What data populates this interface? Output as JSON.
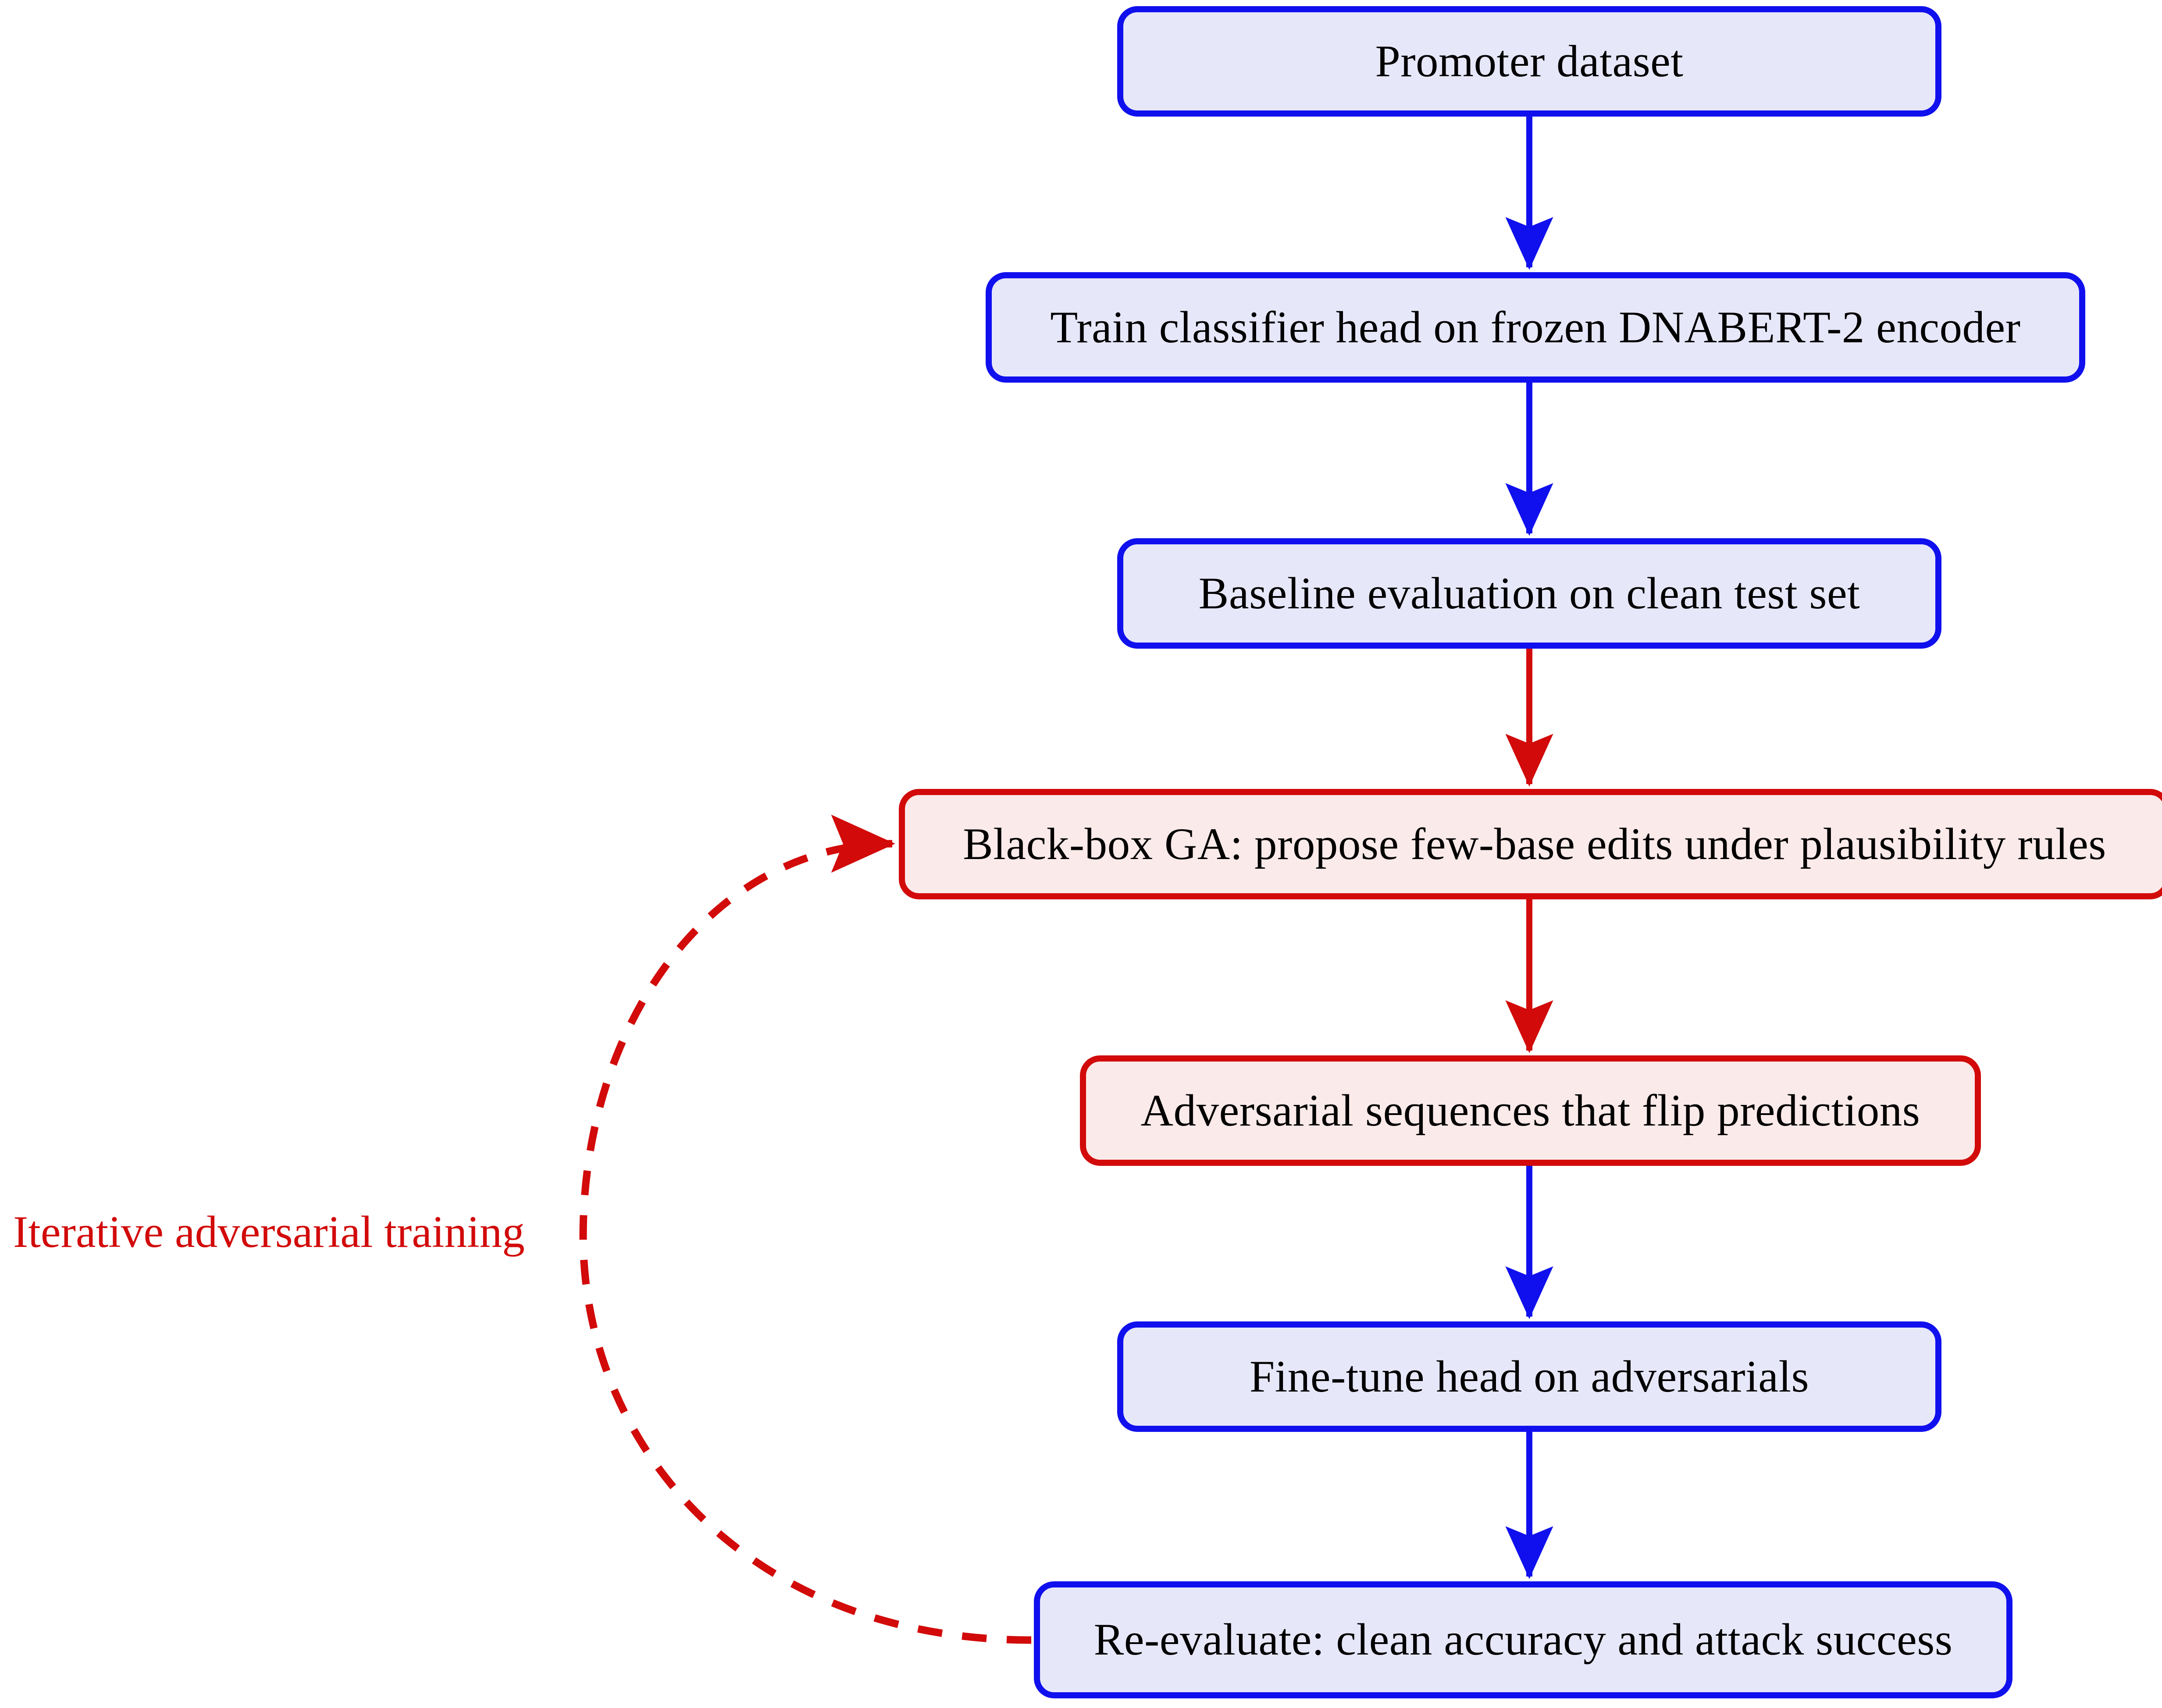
{
  "diagram": {
    "type": "flowchart",
    "orientation": "top-to-bottom",
    "title_visible": false,
    "colors": {
      "blue_border": "#1010ee",
      "blue_fill": "#e7e7fa",
      "red_border": "#d20a0a",
      "red_fill": "#faeae9",
      "text": "#000000",
      "background": "#ffffff"
    },
    "nodes": [
      {
        "id": "promoter-dataset",
        "label": "Promoter dataset",
        "style": "blue"
      },
      {
        "id": "train-classifier",
        "label": "Train classifier head on frozen DNABERT-2 encoder",
        "style": "blue"
      },
      {
        "id": "baseline-eval",
        "label": "Baseline evaluation on clean test set",
        "style": "blue"
      },
      {
        "id": "blackbox-ga",
        "label": "Black-box GA: propose few-base edits under plausibility rules",
        "style": "red"
      },
      {
        "id": "adversarial-seqs",
        "label": "Adversarial sequences that flip predictions",
        "style": "red"
      },
      {
        "id": "finetune-head",
        "label": "Fine-tune head on adversarials",
        "style": "blue"
      },
      {
        "id": "reevaluate",
        "label": "Re-evaluate: clean accuracy and attack success",
        "style": "blue"
      }
    ],
    "edges": [
      {
        "from": "promoter-dataset",
        "to": "train-classifier",
        "color": "#1010ee",
        "style": "solid",
        "arrow": true
      },
      {
        "from": "train-classifier",
        "to": "baseline-eval",
        "color": "#1010ee",
        "style": "solid",
        "arrow": true
      },
      {
        "from": "baseline-eval",
        "to": "blackbox-ga",
        "color": "#d20a0a",
        "style": "solid",
        "arrow": true
      },
      {
        "from": "blackbox-ga",
        "to": "adversarial-seqs",
        "color": "#d20a0a",
        "style": "solid",
        "arrow": true
      },
      {
        "from": "adversarial-seqs",
        "to": "finetune-head",
        "color": "#1010ee",
        "style": "solid",
        "arrow": true
      },
      {
        "from": "finetune-head",
        "to": "reevaluate",
        "color": "#1010ee",
        "style": "solid",
        "arrow": true
      },
      {
        "from": "reevaluate",
        "to": "blackbox-ga",
        "color": "#d20a0a",
        "style": "dashed",
        "arrow": true,
        "label": "Iterative adversarial training"
      }
    ],
    "loop": {
      "caption": "Iterative adversarial training"
    }
  }
}
